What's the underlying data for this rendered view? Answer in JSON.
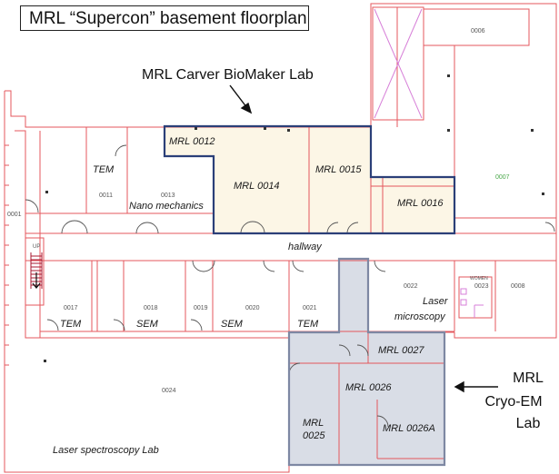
{
  "title": "MRL “Supercon” basement floorplan",
  "callouts": {
    "biomaker": "MRL Carver BioMaker Lab",
    "cryoem_line1": "MRL",
    "cryoem_line2": "Cryo-EM",
    "cryoem_line3": "Lab"
  },
  "colors": {
    "walls": "#e4575c",
    "biomaker_fill": "#fcf6e6",
    "biomaker_outline": "#2b3f78",
    "cryoem_fill": "#d9dde6",
    "cryoem_outline": "#7e88a3",
    "stair": "#aa1a30",
    "elevator_shaft": "#d77fd8",
    "door_swing": "#555555"
  },
  "rooms": {
    "mrl0012": "MRL 0012",
    "mrl0014": "MRL 0014",
    "mrl0015": "MRL 0015",
    "mrl0016": "MRL 0016",
    "mrl0027": "MRL 0027",
    "mrl0026": "MRL 0026",
    "mrl0025_line1": "MRL",
    "mrl0025_line2": "0025",
    "mrl0026a": "MRL 0026A"
  },
  "labels": {
    "tem_top": "TEM",
    "nano": "Nano mechanics",
    "hallway": "hallway",
    "tem1": "TEM",
    "sem1": "SEM",
    "sem2": "SEM",
    "tem2": "TEM",
    "laser1": "Laser",
    "laser2": "microscopy",
    "laserspec": "Laser spectroscopy Lab"
  },
  "numbers": {
    "n0001": "0001",
    "n0006": "0006",
    "n0007": "0007",
    "n0008": "0008",
    "n0011": "0011",
    "n0013": "0013",
    "n0017": "0017",
    "n0018": "0018",
    "n0019": "0019",
    "n0020": "0020",
    "n0021": "0021",
    "n0022": "0022",
    "n0023": "0023",
    "n0024": "0024",
    "up": "UP",
    "women": "WOMEN"
  }
}
